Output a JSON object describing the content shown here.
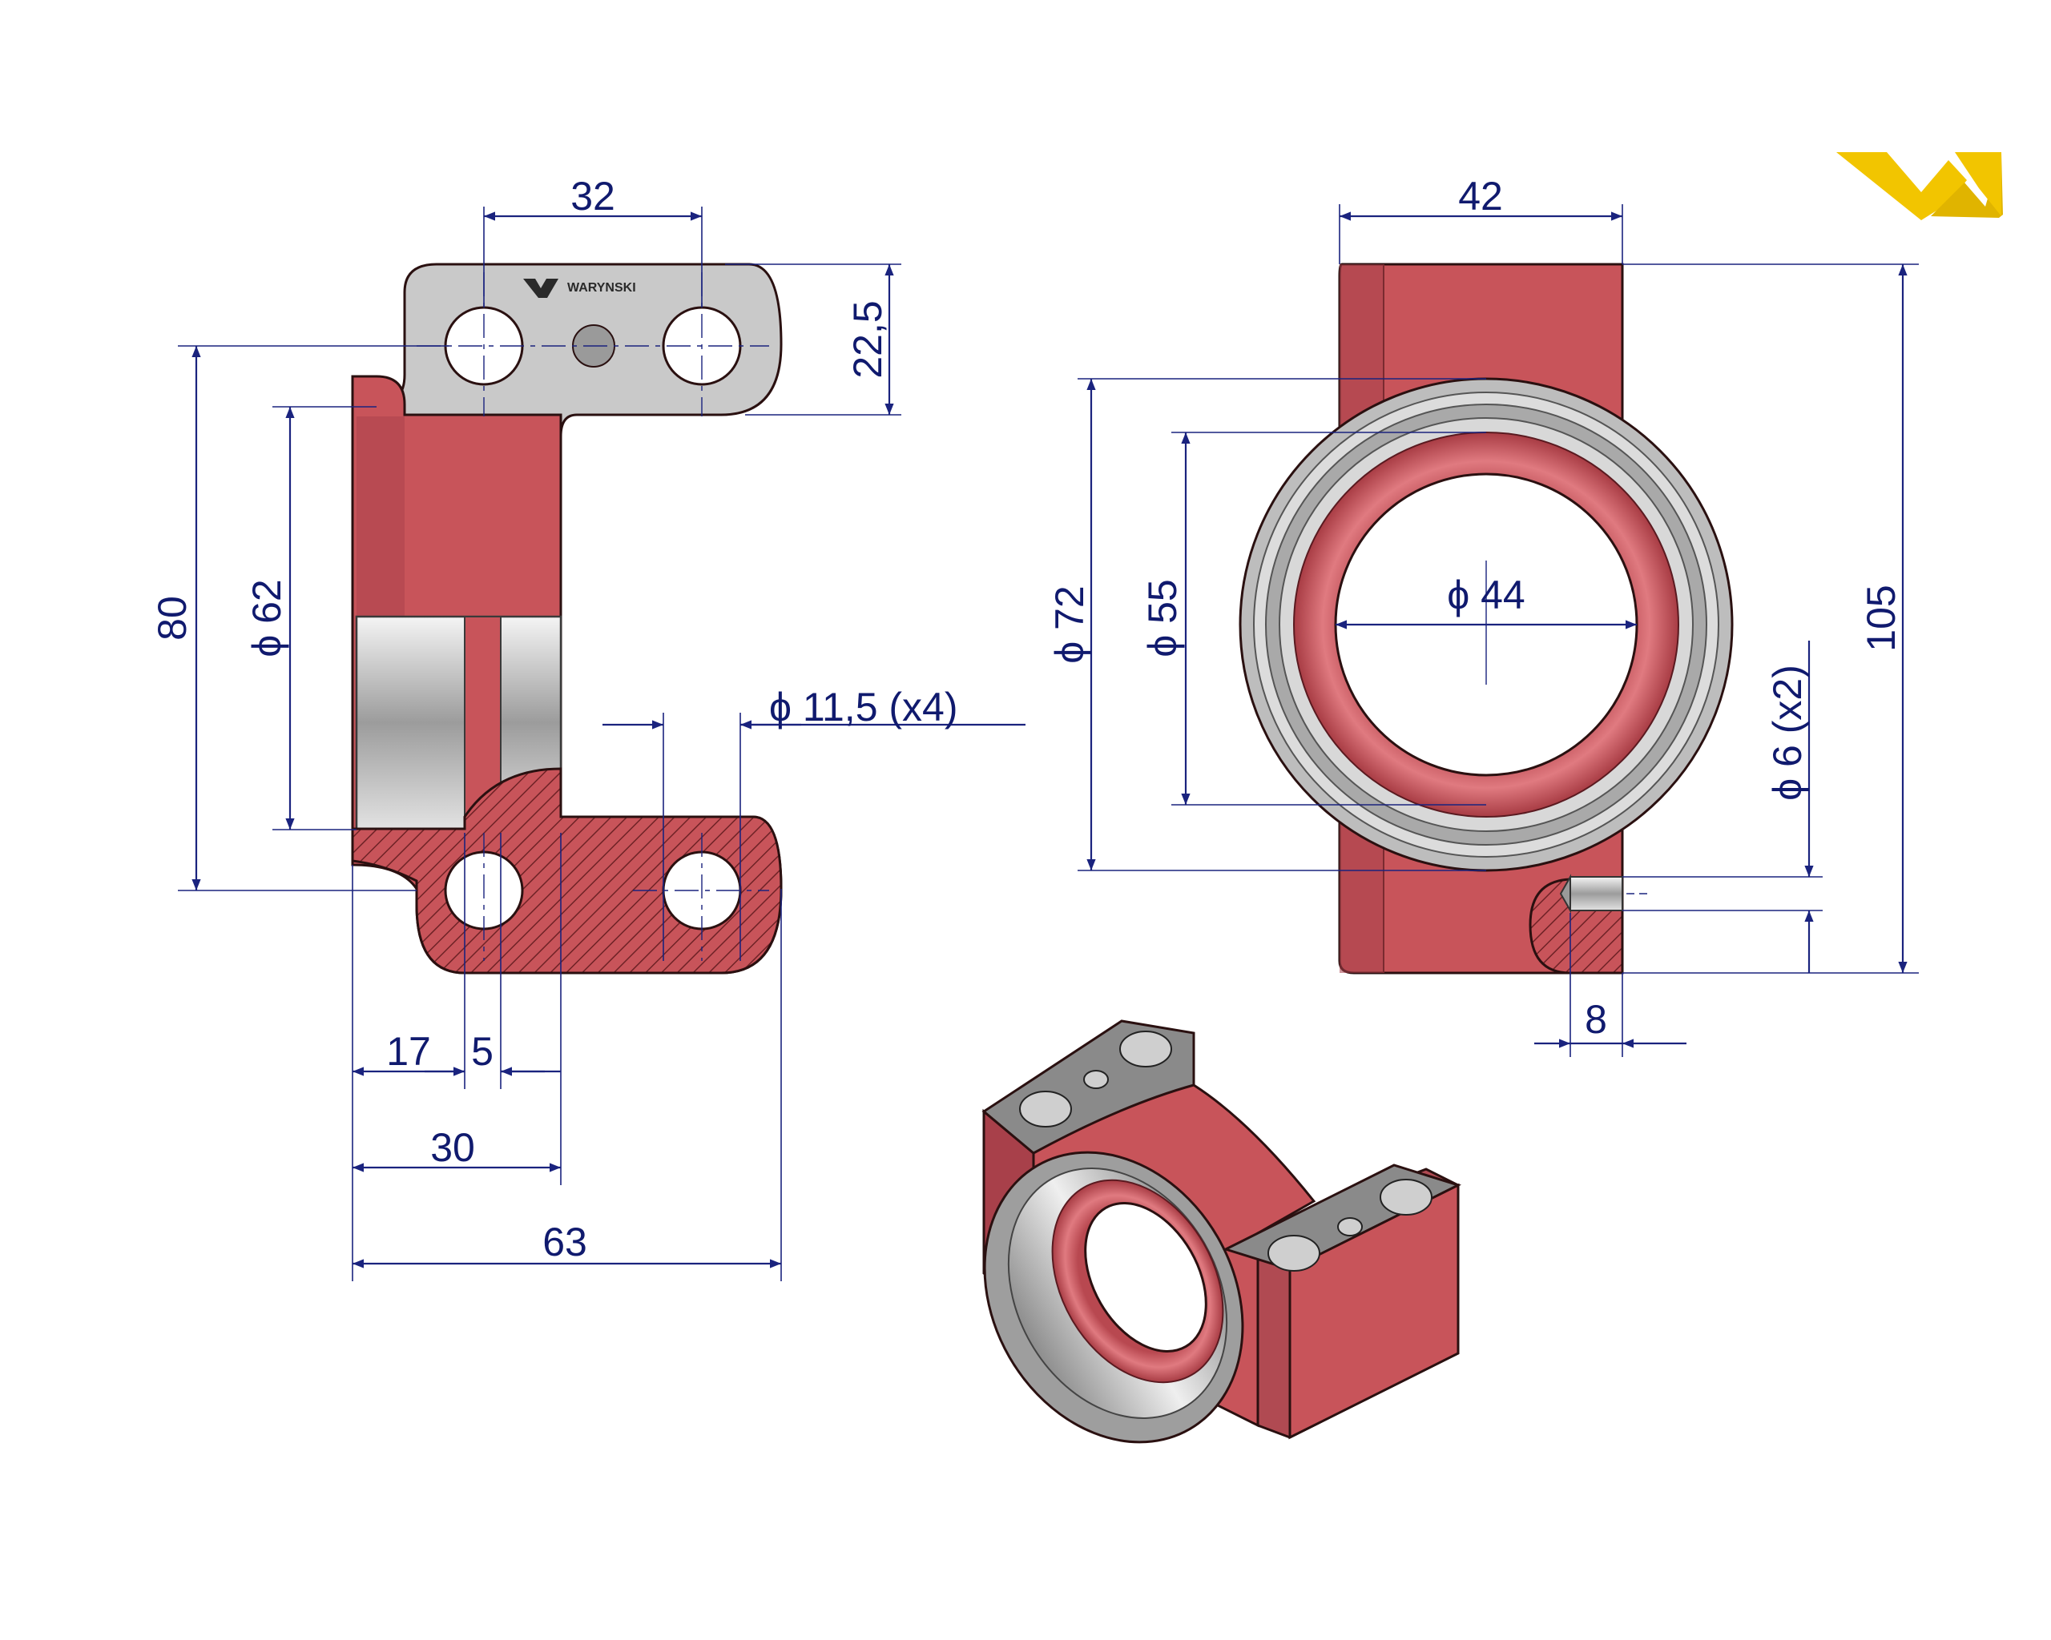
{
  "brand": {
    "colors": {
      "logo": "#f2c500",
      "body": "#c8545a",
      "body_dark": "#8e2f35",
      "steel": "#c9c9c9",
      "dimension": "#1a237e"
    },
    "logo_icon": "w-logo-icon",
    "engraving": "WARYNSKI"
  },
  "dimensions": {
    "side_view": {
      "hole_spacing": "32",
      "lug_height": "22,5",
      "total_height": "80",
      "bore_diameter": "ϕ 62",
      "hole_diameter": "ϕ 11,5  (x4)",
      "offset_17": "17",
      "offset_5": "5",
      "width_30": "30",
      "width_63": "63"
    },
    "front_view": {
      "width_42": "42",
      "height_105": "105",
      "outer_diameter": "ϕ 72",
      "mid_diameter": "ϕ 55",
      "inner_diameter": "ϕ 44",
      "pin_diameter": "ϕ 6  (x2)",
      "pin_offset": "8"
    }
  }
}
